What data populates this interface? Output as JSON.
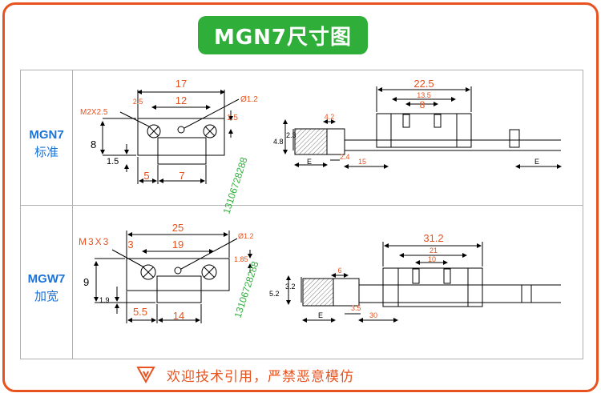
{
  "title": "MGN7尺寸图",
  "rows": [
    {
      "model": "MGN7",
      "desc": "标准"
    },
    {
      "model": "MGW7",
      "desc": "加宽"
    }
  ],
  "watermark": "13106728288",
  "mgn7": {
    "width": "17",
    "hole_pitch": "12",
    "hole_offset": "2.5",
    "screw": "M2X2.5",
    "oil_hole": "Ø1.2",
    "top_gap": "1.5",
    "height": "8",
    "bottom_gap": "1.5",
    "side": "5",
    "rail_width": "7",
    "block_length": "22.5",
    "mid_length": "13.5",
    "block_pitch": "8",
    "end_cap": "4.2",
    "block_height": "4.8",
    "rail_height": "2.3",
    "seal": "2.4",
    "rail_pitch": "15",
    "rail_end": "E",
    "rail_end2": "E"
  },
  "mgw7": {
    "width": "25",
    "hole_pitch": "19",
    "hole_offset": "3",
    "screw": "M3X3",
    "oil_hole": "Ø1.2",
    "top_gap": "1.85",
    "height": "9",
    "bottom_gap": "1.9",
    "side": "5.5",
    "rail_width": "14",
    "block_length": "31.2",
    "mid_length": "21",
    "block_pitch": "10",
    "end_cap": "6",
    "block_height": "5.2",
    "rail_height": "3.2",
    "seal": "3.5",
    "rail_pitch": "30",
    "rail_end": "E"
  },
  "footer": {
    "text": "欢迎技术引用，严禁恶意模仿"
  },
  "colors": {
    "accent": "#e8521e",
    "title_bg": "#2fae3a",
    "model": "#1a73d9",
    "watermark": "#2fae3a"
  }
}
